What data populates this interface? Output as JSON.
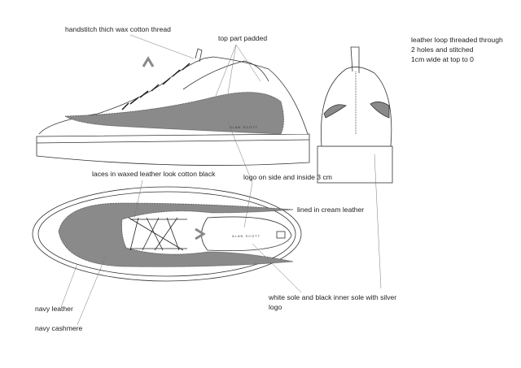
{
  "annotations": {
    "thread": "handstitch thich wax cotton thread",
    "padded": "top part padded",
    "loop_line1": "leather loop threaded through",
    "loop_line2": "2 holes and stitched",
    "loop_line3": "1cm wide at top to 0",
    "laces": "laces in  waxed leather look cotton black",
    "logo": "logo on side and inside 3 cm",
    "lining": "lined in cream leather",
    "sole_line1": "white sole and black inner sole with silver",
    "sole_line2": "logo",
    "navy_leather": "navy  leather",
    "navy_cashmere": "navy cashmere"
  },
  "brand_logo": "ALAN SCOTT",
  "colors": {
    "panel": "#8a8a8a",
    "line": "#333333"
  }
}
